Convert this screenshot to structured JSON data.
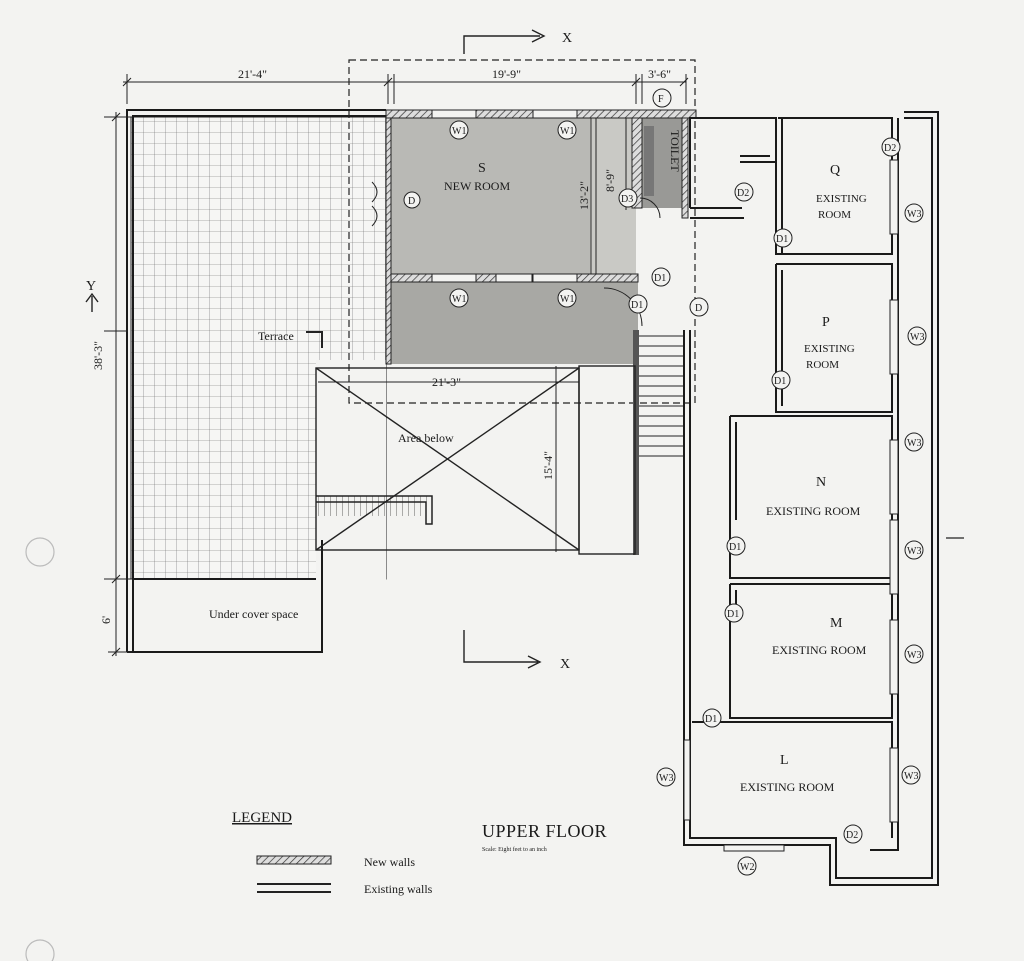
{
  "dimensions": {
    "terrace_width": "21'-4\"",
    "new_room_width": "19'-9\"",
    "toilet_width": "3'-6\"",
    "total_depth": "38'-3\"",
    "room_depth": "13'-2\"",
    "toilet_depth": "8'-9\"",
    "area_below_width": "21'-3\"",
    "area_below_depth": "15'-4\"",
    "cover_depth": "6'"
  },
  "section": {
    "marker": "X",
    "axis_y": "Y"
  },
  "rooms": {
    "s_letter": "S",
    "s_name": "NEW ROOM",
    "toilet": "TOILET",
    "terrace": "Terrace",
    "area_below": "Area below",
    "under_cover": "Under cover space",
    "q_letter": "Q",
    "q_name_1": "EXISTING",
    "q_name_2": "ROOM",
    "p_letter": "P",
    "p_name_1": "EXISTING",
    "p_name_2": "ROOM",
    "n_letter": "N",
    "n_name": "EXISTING ROOM",
    "m_letter": "M",
    "m_name": "EXISTING ROOM",
    "l_letter": "L",
    "l_name": "EXISTING ROOM"
  },
  "tags": {
    "w1": "W1",
    "w2": "W2",
    "w3": "W3",
    "d": "D",
    "d1": "D1",
    "d2": "D2",
    "d3": "D3",
    "f": "F"
  },
  "legend": {
    "title": "LEGEND",
    "new_walls": "New walls",
    "existing_walls": "Existing walls"
  },
  "plan_title": "UPPER FLOOR",
  "scale": "Scale: Eight feet to an inch",
  "colors": {
    "ink": "#1a1a1a",
    "paper": "#f3f3f1",
    "shade": "#a8a8a4"
  }
}
